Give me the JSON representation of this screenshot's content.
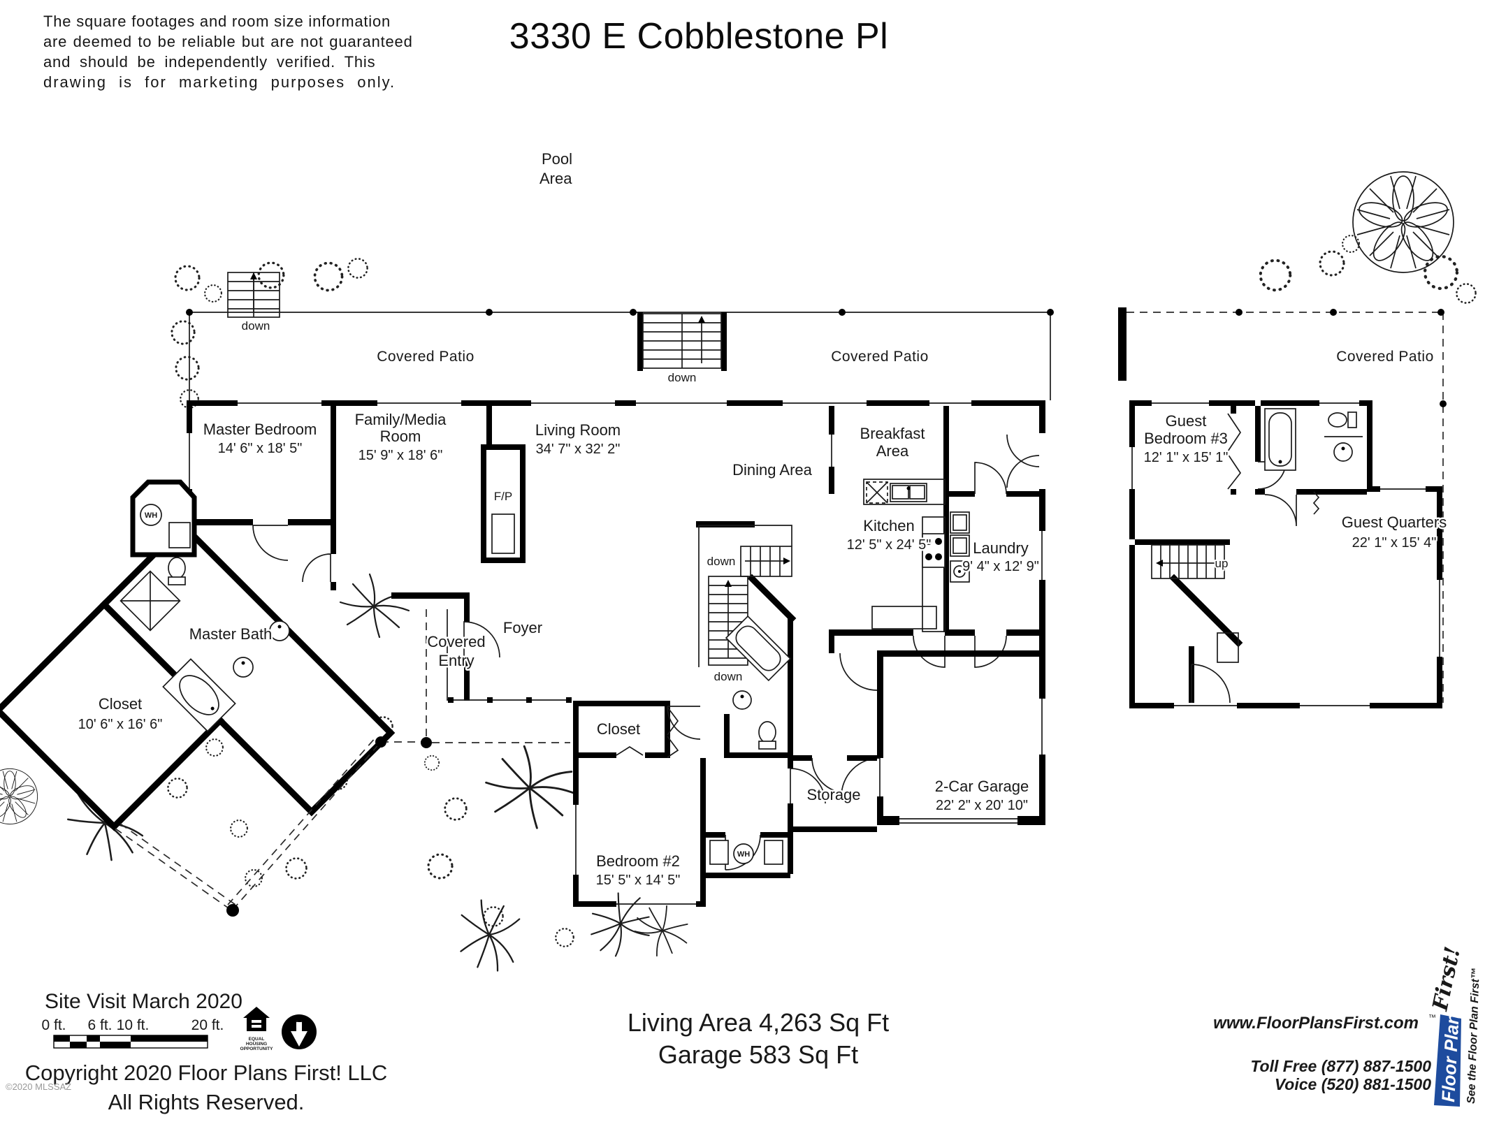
{
  "title": "3330 E Cobblestone Pl",
  "disclaimer": {
    "l1": "The square footages and room size information",
    "l2": "are deemed to be reliable but are not guaranteed",
    "l3": "and should be independently verified. This",
    "l4": "drawing is for marketing purposes only."
  },
  "pool": {
    "l1": "Pool",
    "l2": "Area"
  },
  "plan": {
    "patio_left": "Covered Patio",
    "patio_right": "Covered Patio",
    "patio_guest": "Covered Patio",
    "down": "down",
    "up": "up",
    "fireplace": "F/P",
    "water_heater": "WH",
    "rooms": {
      "master_bedroom": {
        "name": "Master Bedroom",
        "dims": "14' 6\" x 18' 5\""
      },
      "family_media": {
        "l1": "Family/Media",
        "l2": "Room",
        "dims": "15' 9\" x 18' 6\""
      },
      "living": {
        "name": "Living Room",
        "dims": "34' 7\" x 32' 2\""
      },
      "dining": {
        "name": "Dining Area"
      },
      "breakfast": {
        "l1": "Breakfast",
        "l2": "Area"
      },
      "kitchen": {
        "name": "Kitchen",
        "dims": "12' 5\" x 24' 5\""
      },
      "laundry": {
        "name": "Laundry",
        "dims": "9' 4\" x 12' 9\""
      },
      "master_bath": {
        "name": "Master Bath"
      },
      "master_closet": {
        "name": "Closet",
        "dims": "10' 6\" x 16' 6\""
      },
      "foyer": {
        "name": "Foyer"
      },
      "covered_entry": {
        "l1": "Covered",
        "l2": "Entry"
      },
      "hall_closet": {
        "name": "Closet"
      },
      "storage": {
        "name": "Storage"
      },
      "bedroom2": {
        "name": "Bedroom #2",
        "dims": "15' 5\" x 14' 5\""
      },
      "garage": {
        "name": "2-Car Garage",
        "dims": "22' 2\" x 20' 10\""
      },
      "guest_bedroom": {
        "l1": "Guest",
        "l2": "Bedroom #3",
        "dims": "12' 1\" x 15' 1\""
      },
      "guest_quarters": {
        "name": "Guest Quarters",
        "dims": "22' 1\" x 15' 4\""
      }
    }
  },
  "footer": {
    "site_visit": "Site Visit March 2020",
    "scale_ticks": [
      "0 ft.",
      "6 ft.",
      "10 ft.",
      "20 ft."
    ],
    "copyright1": "Copyright 2020 Floor Plans First! LLC",
    "copyright2": "All Rights Reserved.",
    "mls": "©2020 MLSSAZ",
    "living_area": "Living Area 4,263 Sq Ft",
    "garage_area": "Garage 583 Sq Ft",
    "eho": {
      "l1": "EQUAL",
      "l2": "HOUSING",
      "l3": "OPPORTUNITY"
    },
    "north": "N"
  },
  "branding": {
    "website": "www.FloorPlansFirst.com",
    "website_tm": "™",
    "toll_free": "Toll Free (877) 887-1500",
    "voice": "Voice (520) 881-1500",
    "logo_line1": "Floor Plans",
    "logo_line2": "First!",
    "logo_tagline": "See the Floor Plan First™",
    "colors": {
      "red": "#c4161c",
      "blue": "#1d4699"
    }
  }
}
